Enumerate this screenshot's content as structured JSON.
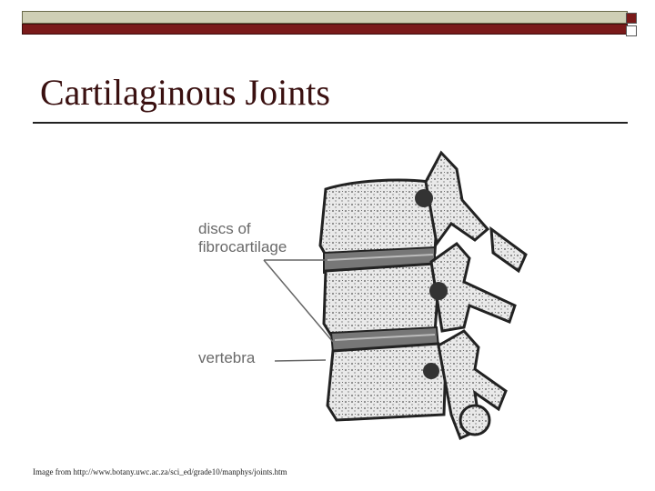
{
  "slide": {
    "title": "Cartilaginous Joints",
    "caption": "Image from http://www.botany.uwc.ac.za/sci_ed/grade10/manphys/joints.htm"
  },
  "diagram": {
    "label_discs_line1": "discs of",
    "label_discs_line2": "fibrocartilage",
    "label_vertebra": "vertebra"
  },
  "colors": {
    "accent_dark_red": "#7a1a1a",
    "bar_tan": "#cfcfb5"
  }
}
